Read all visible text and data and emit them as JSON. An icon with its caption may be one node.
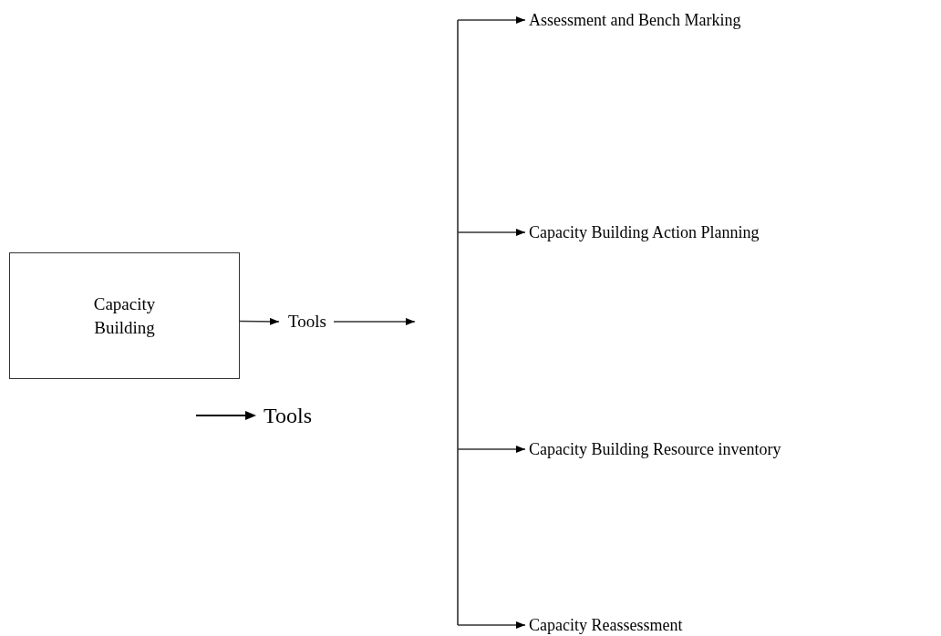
{
  "diagram": {
    "nodes": [
      {
        "text": [
          "Capacity Building"
        ]
      },
      {
        "text": [
          "Tools"
        ]
      },
      {
        "text": [
          "Assessment and Bench Marking"
        ]
      },
      {
        "text": [
          "Capacity Building Action Planning"
        ]
      },
      {
        "text": [
          "Capacity Building Resource inventory"
        ]
      },
      {
        "text": [
          "Capacity Reassessment"
        ]
      }
    ],
    "edges": [
      {
        "from": 0,
        "to": 1,
        "arrow": "to"
      },
      {
        "from": 1,
        "to": null,
        "arrow": "to"
      },
      {
        "from": null,
        "to": 2,
        "arrow": "to"
      },
      {
        "from": null,
        "to": 3,
        "arrow": "to"
      },
      {
        "from": null,
        "to": 4,
        "arrow": "to"
      },
      {
        "from": null,
        "to": 5,
        "arrow": "to"
      }
    ],
    "legend": [
      {
        "text": "Tools"
      }
    ]
  }
}
